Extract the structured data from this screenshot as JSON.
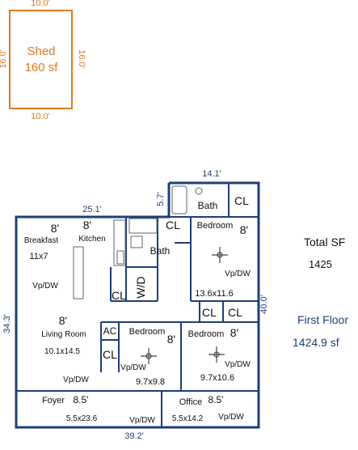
{
  "shed": {
    "name": "Shed",
    "area": "160 sf",
    "dim_top": "10.0'",
    "dim_bottom": "10.0'",
    "dim_left": "16.0'",
    "dim_right": "16.0'"
  },
  "dims": {
    "top_left": "25.1'",
    "top_right": "14.1'",
    "bath_height": "5.7'",
    "left_side": "34.3'",
    "right_side": "40.0'",
    "bottom": "39.2'"
  },
  "rooms": {
    "breakfast": {
      "ceiling": "8'",
      "name": "Breakfast",
      "size": "11x7",
      "vp": "Vp/DW"
    },
    "kitchen": {
      "ceiling": "8'",
      "name": "Kitchen"
    },
    "bath_main": {
      "name": "Bath"
    },
    "bath_upper": {
      "name": "Bath"
    },
    "cl": "CL",
    "wd": "W/D",
    "ac": "AC",
    "bedroom_ne": {
      "name": "Bedroom",
      "ceiling": "8'",
      "vp": "Vp/DW",
      "size": "13.6x11.6"
    },
    "living": {
      "ceiling": "8'",
      "name": "Living Room",
      "size": "10.1x14.5",
      "vp": "Vp/DW"
    },
    "bedroom_mid": {
      "name": "Bedroom",
      "ceiling": "8'",
      "vp": "Vp/DW",
      "size": "9.7x9.8"
    },
    "bedroom_se": {
      "name": "Bedroom",
      "ceiling": "8'",
      "vp": "Vp/DW",
      "size": "9.7x10.6"
    },
    "foyer": {
      "name": "Foyer",
      "ceiling": "8.5'",
      "size": "5.5x23.6",
      "vp": "Vp/DW"
    },
    "office": {
      "name": "Office",
      "ceiling": "8.5'",
      "size": "5.5x14.2",
      "vp": "Vp/DW"
    }
  },
  "totals": {
    "total_label": "Total SF",
    "total_value": "1425",
    "floor_label": "First Floor",
    "floor_value": "1424.9 sf"
  },
  "colors": {
    "wall": "#1d3f7a",
    "shed": "#e07a1f"
  }
}
